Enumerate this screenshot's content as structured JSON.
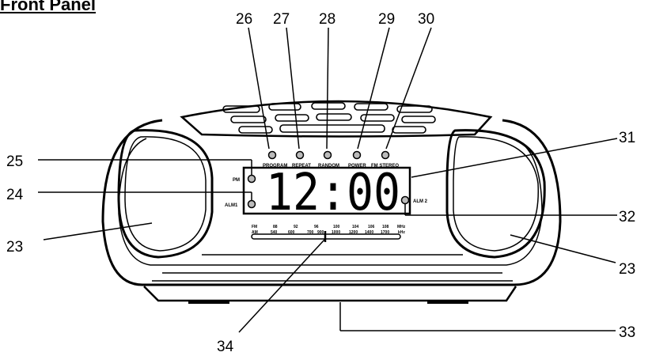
{
  "title": "Front Panel",
  "callouts": {
    "c23a": "23",
    "c23b": "23",
    "c24": "24",
    "c25": "25",
    "c26": "26",
    "c27": "27",
    "c28": "28",
    "c29": "29",
    "c30": "30",
    "c31": "31",
    "c32": "32",
    "c33": "33",
    "c34": "34"
  },
  "indicators": {
    "program": "PROGRAM",
    "repeat": "REPEAT",
    "random": "RANDOM",
    "power": "POWER",
    "fm_stereo": "FM STEREO",
    "pm": "PM",
    "alm1": "ALM1",
    "alm2": "ALM 2"
  },
  "display": {
    "time": "12:00"
  },
  "tuner": {
    "fm_label": "FM",
    "am_label": "AM",
    "fm_marks": [
      "88",
      "92",
      "96",
      "100",
      "104",
      "106",
      "108"
    ],
    "am_marks": [
      "540",
      "600",
      "700",
      "900",
      "1000",
      "1200",
      "1400",
      "1700"
    ],
    "mhz": "MHz",
    "khz": "kHz"
  }
}
